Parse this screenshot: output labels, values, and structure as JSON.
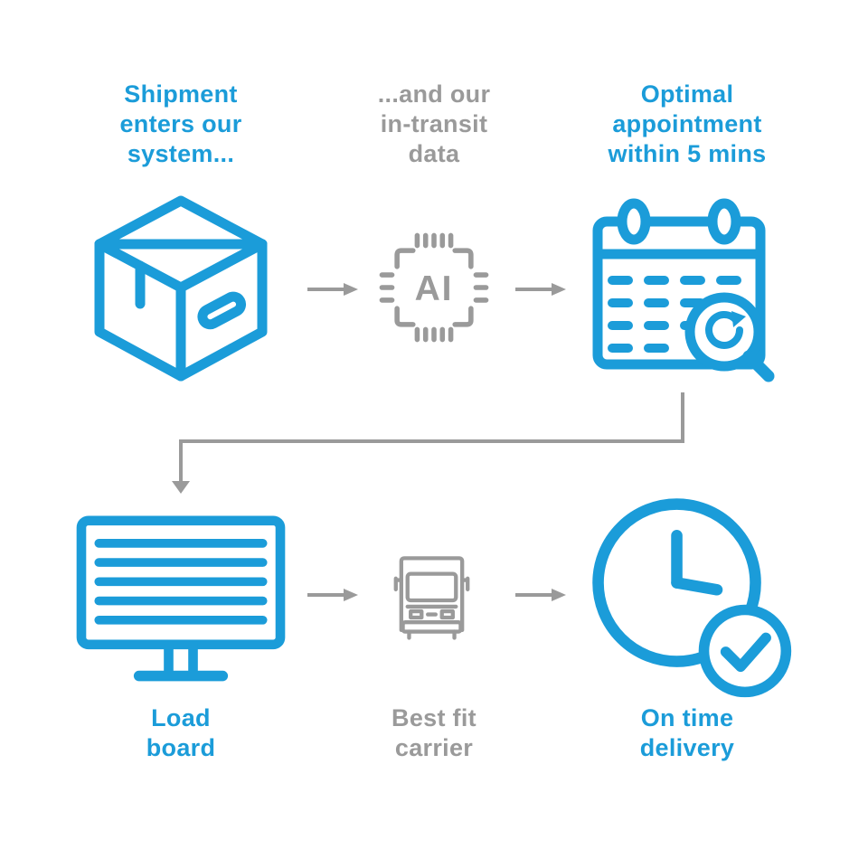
{
  "palette": {
    "blue": "#1B9CD9",
    "gray": "#9A9A9A"
  },
  "steps": {
    "shipment": {
      "label": "Shipment\nenters our\nsystem..."
    },
    "transit_data": {
      "label": "...and our\nin-transit\ndata"
    },
    "appointment": {
      "label": "Optimal\nappointment\nwithin 5 mins"
    },
    "load_board": {
      "label": "Load\nboard"
    },
    "carrier": {
      "label": "Best fit\ncarrier"
    },
    "delivery": {
      "label": "On time\ndelivery"
    }
  },
  "icons": {
    "box": "shipment-box-icon",
    "ai_chip": "ai-chip-icon",
    "ai_label": "AI",
    "calendar": "calendar-search-icon",
    "monitor": "load-board-monitor-icon",
    "truck": "carrier-truck-icon",
    "clock_check": "on-time-clock-check-icon"
  }
}
